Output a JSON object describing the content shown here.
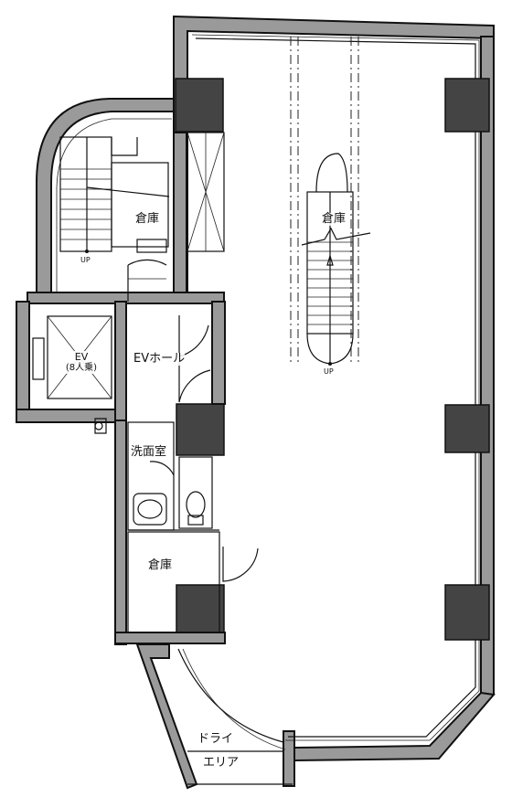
{
  "rooms": {
    "storage_left": "倉庫",
    "storage_right": "倉庫",
    "storage_bottom": "倉庫",
    "ev": "EV",
    "ev_capacity": "(8人乗)",
    "ev_hall": "EVホール",
    "washroom": "洗面室",
    "dry_area_line1": "ドライ",
    "dry_area_line2": "エリア"
  },
  "stairs": {
    "left_up": "UP",
    "right_up": "UP"
  }
}
